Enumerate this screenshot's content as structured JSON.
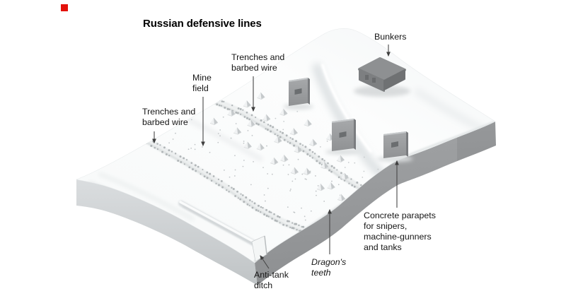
{
  "title": "Russian defensive lines",
  "brand": {
    "mark_color": "#e3120b"
  },
  "labels": {
    "bunkers": {
      "lines": [
        "Bunkers"
      ]
    },
    "trenches_top": {
      "lines": [
        "Trenches and",
        "barbed wire"
      ]
    },
    "mine_field": {
      "lines": [
        "Mine",
        "field"
      ]
    },
    "trenches_left": {
      "lines": [
        "Trenches and",
        "barbed wire"
      ]
    },
    "concrete_parapets": {
      "lines": [
        "Concrete parapets",
        "for snipers,",
        "machine-gunners",
        "and tanks"
      ]
    },
    "dragons_teeth": {
      "lines": [
        "Dragon's",
        "teeth"
      ]
    },
    "anti_tank_ditch": {
      "lines": [
        "Anti-tank",
        "ditch"
      ]
    }
  },
  "palette": {
    "economist_red": "#e3120b",
    "text": "#161616",
    "leader_line": "#464646",
    "terrain_top": "#fbfcfc",
    "terrain_left_face": "#ccd0d2",
    "terrain_front_band": "#97999b",
    "bunker_gray": "#7d7f81",
    "parapet_gray": "#9b9da0",
    "wire_dot": "#b0b5b7"
  }
}
